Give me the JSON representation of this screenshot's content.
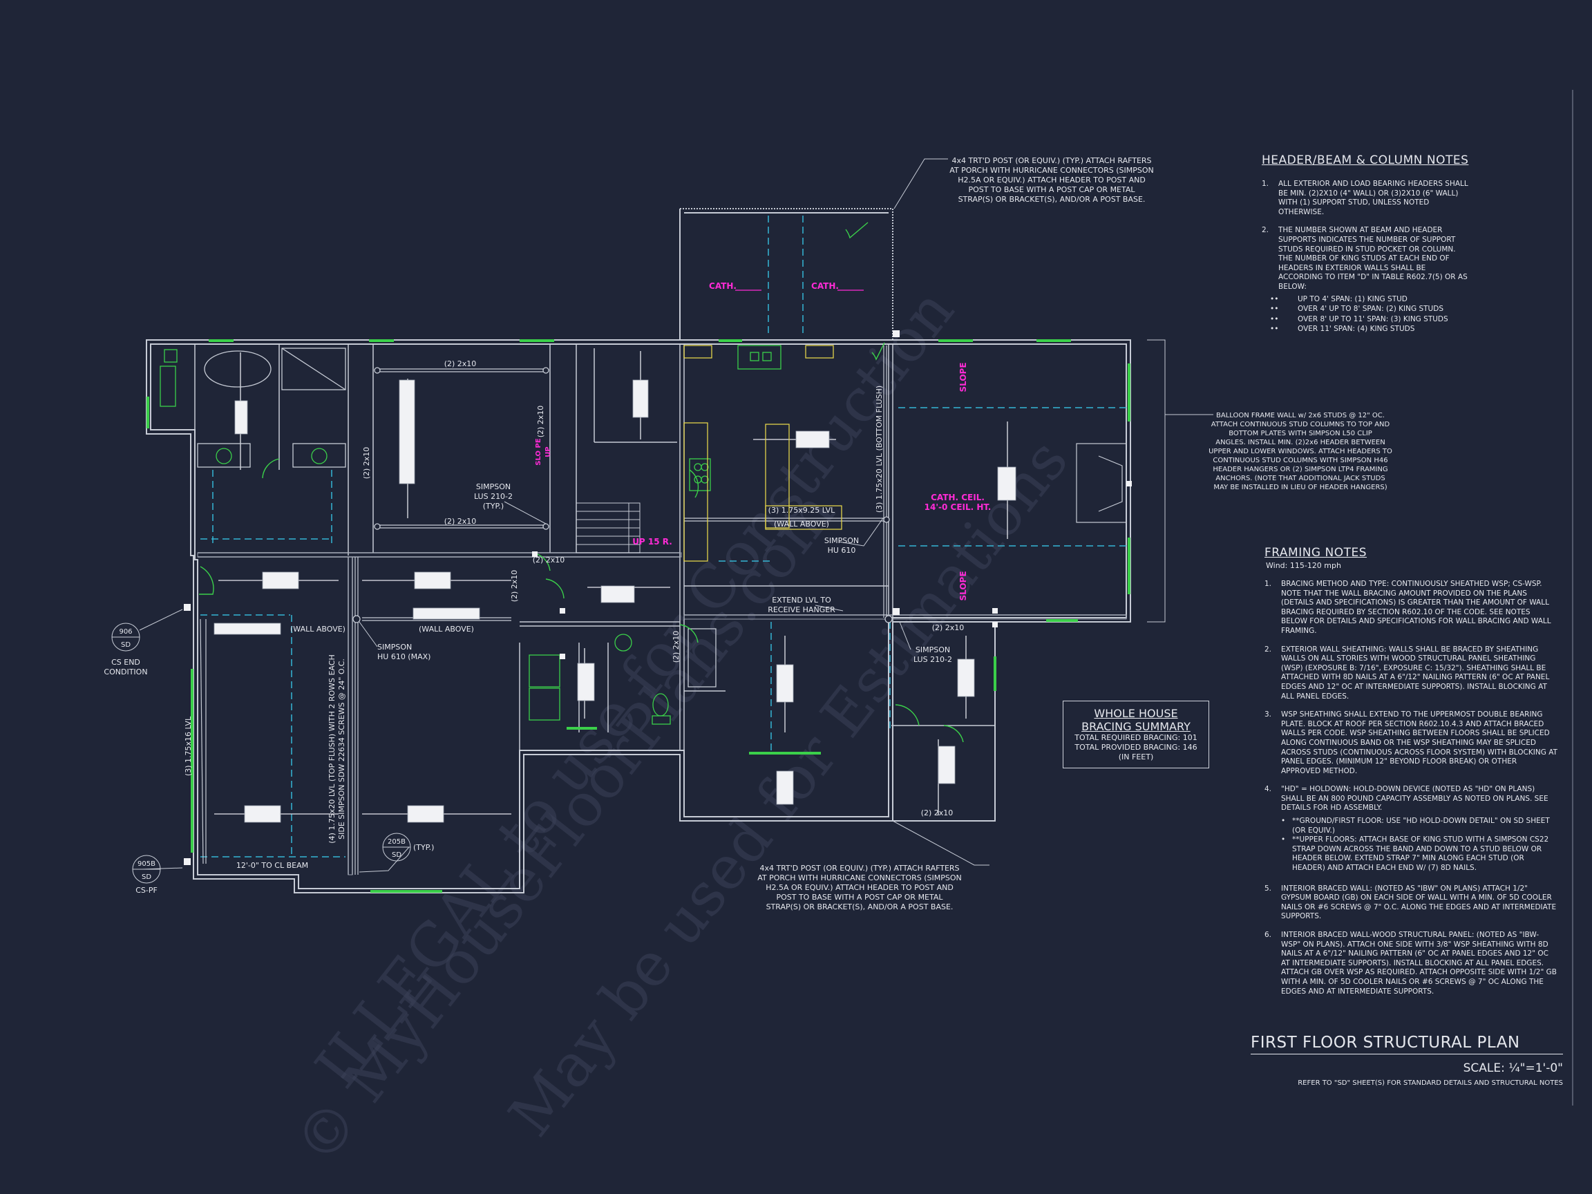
{
  "watermarks": [
    "© MyHouseFloorPlans.com",
    "ILLEGAL to use for Construction",
    "May be used for Estimations"
  ],
  "title_block": {
    "title": "FIRST FLOOR STRUCTURAL PLAN",
    "scale": "SCALE: ¼\"=1'-0\"",
    "reference": "REFER TO \"SD\" SHEET(S) FOR STANDARD DETAILS AND STRUCTURAL NOTES"
  },
  "bracing_summary": {
    "heading_1": "WHOLE HOUSE",
    "heading_2": "BRACING SUMMARY",
    "required": "TOTAL REQUIRED BRACING: 101",
    "provided": "TOTAL PROVIDED BRACING: 146",
    "units": "(IN FEET)"
  },
  "header_notes": {
    "heading": "HEADER/BEAM & COLUMN NOTES",
    "items": [
      {
        "num": "1.",
        "text": "ALL EXTERIOR AND LOAD BEARING HEADERS SHALL BE MIN. (2)2x10 (4\" WALL) OR (3)2x10 (6\" WALL) WITH (1) SUPPORT STUD, UNLESS NOTED OTHERWISE."
      },
      {
        "num": "2.",
        "text": "THE NUMBER SHOWN AT BEAM AND HEADER SUPPORTS INDICATES THE NUMBER OF SUPPORT STUDS REQUIRED IN STUD POCKET OR COLUMN. THE NUMBER OF KING STUDS AT EACH END OF HEADERS IN EXTERIOR WALLS SHALL BE ACCORDING TO ITEM \"d\" IN TABLE R602.7(5) OR AS BELOW:"
      }
    ],
    "king_studs": [
      {
        "mark": "••",
        "text": "UP TO 4' SPAN: (1) KING STUD"
      },
      {
        "mark": "••",
        "text": "OVER 4' UP TO 8' SPAN: (2) KING STUDS"
      },
      {
        "mark": "••",
        "text": "OVER 8' UP TO 11' SPAN: (3) KING STUDS"
      },
      {
        "mark": "••",
        "text": "OVER 11' SPAN: (4) KING STUDS"
      }
    ]
  },
  "framing_notes": {
    "heading": "FRAMING NOTES",
    "wind": "Wind: 115-120 mph",
    "items": [
      {
        "num": "1.",
        "text": "BRACING METHOD AND TYPE: CONTINUOUSLY SHEATHED WSP; CS-WSP. NOTE THAT THE WALL BRACING AMOUNT PROVIDED ON THE PLANS (DETAILS AND SPECIFICATIONS) IS GREATER THAN THE AMOUNT OF WALL BRACING REQUIRED BY SECTION R602.10 OF THE CODE. SEE NOTES BELOW FOR DETAILS AND SPECIFICATIONS FOR WALL BRACING AND WALL FRAMING."
      },
      {
        "num": "2.",
        "text": "EXTERIOR WALL SHEATHING: WALLS SHALL BE BRACED BY SHEATHING WALLS ON ALL STORIES WITH WOOD STRUCTURAL PANEL SHEATHING (WSP) (EXPOSURE B: 7/16\", EXPOSURE C: 15/32\"). SHEATHING SHALL BE ATTACHED WITH 8d NAILS AT A 6\"/12\" NAILING PATTERN (6\" OC AT PANEL EDGES AND 12\" OC AT INTERMEDIATE SUPPORTS). INSTALL BLOCKING AT ALL PANEL EDGES."
      },
      {
        "num": "3.",
        "text": "WSP SHEATHING SHALL EXTEND TO THE UPPERMOST DOUBLE BEARING PLATE. BLOCK AT ROOF PER SECTION R602.10.4.3 AND ATTACH BRACED WALLS PER CODE. WSP SHEATHING BETWEEN FLOORS SHALL BE SPLICED ALONG CONTINUOUS BAND OR THE WSP SHEATHING MAY BE SPLICED ACROSS STUDS (CONTINUOUS ACROSS FLOOR SYSTEM) WITH BLOCKING AT PANEL EDGES. (MINIMUM 12\" BEYOND FLOOR BREAK) OR OTHER APPROVED METHOD."
      },
      {
        "num": "4.",
        "text": "\"HD\" = HOLDOWN: HOLD-DOWN DEVICE (NOTED AS \"HD\" ON PLANS) SHALL BE AN 800 POUND CAPACITY ASSEMBLY AS NOTED ON PLANS. SEE DETAILS FOR HD ASSEMBLY."
      }
    ],
    "bullets": [
      {
        "mark": "•",
        "text": "**GROUND/FIRST FLOOR: USE \"HD HOLD-DOWN DETAIL\" ON SD SHEET (OR EQUIV.)"
      },
      {
        "mark": "•",
        "text": "**UPPER FLOORS: ATTACH BASE OF KING STUD WITH A SIMPSON CS22 STRAP DOWN ACROSS THE BAND AND DOWN TO A STUD BELOW OR HEADER BELOW. EXTEND STRAP 7\" MIN ALONG EACH STUD (OR HEADER) AND ATTACH EACH END W/ (7) 8d NAILS."
      }
    ],
    "items_2": [
      {
        "num": "5.",
        "text": "INTERIOR BRACED WALL: (NOTED AS \"IBW\" ON PLANS) ATTACH 1/2\" GYPSUM BOARD (GB) ON EACH SIDE OF WALL WITH A MIN. OF 5d COOLER NAILS OR #6 SCREWS @ 7\" O.C. ALONG THE EDGES AND AT INTERMEDIATE SUPPORTS."
      },
      {
        "num": "6.",
        "text": "INTERIOR BRACED WALL-WOOD STRUCTURAL PANEL: (NOTED AS \"IBW-WSP\" ON PLANS). ATTACH ONE SIDE WITH 3/8\" WSP SHEATHING WITH 8d NAILS AT A 6\"/12\" NAILING PATTERN (6\" OC AT PANEL EDGES AND 12\" OC AT INTERMEDIATE SUPPORTS). INSTALL BLOCKING AT ALL PANEL EDGES. ATTACH GB OVER WSP AS REQUIRED. ATTACH OPPOSITE SIDE WITH 1/2\" GB WITH A MIN. OF 5d COOLER NAILS OR #6 SCREWS @ 7\" OC ALONG THE EDGES AND AT INTERMEDIATE SUPPORTS."
      }
    ]
  },
  "callouts": {
    "post_top": [
      "4x4 TRT'D POST (OR EQUIV.) (TYP.) ATTACH RAFTERS",
      "AT PORCH WITH HURRICANE CONNECTORS (SIMPSON",
      "H2.5A OR EQUIV.) ATTACH HEADER TO POST AND",
      "POST TO BASE WITH A POST CAP OR METAL",
      "STRAP(S) OR BRACKET(S), AND/OR A POST BASE."
    ],
    "post_bottom": [
      "4x4 TRT'D POST (OR EQUIV.) (TYP.) ATTACH RAFTERS",
      "AT PORCH WITH HURRICANE CONNECTORS (SIMPSON",
      "H2.5A OR EQUIV.) ATTACH HEADER TO POST AND",
      "POST TO BASE WITH A POST CAP OR METAL",
      "STRAP(S) OR BRACKET(S), AND/OR A POST BASE."
    ],
    "balloon": [
      "BALLOON FRAME WALL w/ 2x6 STUDS @ 12\" OC.",
      "ATTACH CONTINUOUS STUD COLUMNS TO TOP AND",
      "BOTTOM PLATES WITH SIMPSON L50 CLIP",
      "ANGLES. INSTALL MIN. (2)2x6 HEADER BETWEEN",
      "UPPER AND LOWER WINDOWS. ATTACH HEADERS TO",
      "CONTINUOUS STUD COLUMNS WITH SIMPSON H46",
      "HEADER HANGERS OR (2) SIMPSON LTP4 FRAMING",
      "ANCHORS. (NOTE THAT ADDITIONAL JACK STUDS",
      "MAY BE INSTALLED IN LIEU OF HEADER HANGERS)"
    ],
    "extend_lvl": [
      "EXTEND LVL TO",
      "RECEIVE HANGER"
    ],
    "lus_left": [
      "SIMPSON",
      "LUS 210-2",
      "(TYP.)"
    ],
    "lus_right": [
      "SIMPSON",
      "LUS 210-2"
    ],
    "hu610_mid": [
      "SIMPSON",
      "HU 610"
    ],
    "hu610_max": [
      "SIMPSON",
      "HU 610 (MAX)"
    ],
    "cs_end": [
      "CS END",
      "CONDITION"
    ],
    "cs_pf": "CS-PF"
  },
  "detail_tags": [
    {
      "top": "906",
      "bottom": "SD"
    },
    {
      "top": "905B",
      "bottom": "SD"
    },
    {
      "top": "205B",
      "bottom": "SD"
    }
  ],
  "typ": "(TYP.)",
  "member_labels": {
    "2x10": "(2) 2x10",
    "lvl_bottom_flush": "(3) 1.75x20 LVL (BOTTOM FLUSH)",
    "lvl_925": "(3) 1.75x9.25 LVL",
    "wall_above": "(WALL ABOVE)",
    "lvl_116": "(3) 1.75x16 LVL",
    "lvl_top_flush": "(4) 1.75x20 LVL (TOP FLUSH) WITH 2 ROWS EACH",
    "lvl_top_flush_2": "SIDE SIMPSON SDW 22634 SCREWS @ 24\" O.C.",
    "cl_beam": "12'-0\" TO CL BEAM"
  },
  "room_labels": {
    "cath": "CATH.",
    "slope": "SLOPE",
    "cath_ceil_1": "CATH. CEIL.",
    "cath_ceil_2": "14'-0 CEIL. HT.",
    "up": "UP 15 R.",
    "stair": "SLO PE",
    "stair_2": "UP"
  }
}
